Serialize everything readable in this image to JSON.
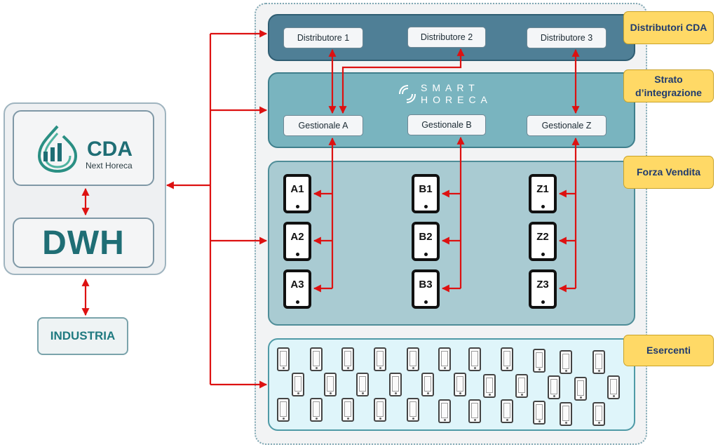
{
  "left": {
    "brand_name": "CDA",
    "brand_subtitle": "Next Horeca",
    "dwh_label": "DWH",
    "industria_label": "INDUSTRIA"
  },
  "layers": {
    "distributori": {
      "tag": "Distributori CDA",
      "nodes": [
        "Distributore 1",
        "Distributore 2",
        "Distributore 3"
      ]
    },
    "integrazione": {
      "tag": "Strato d’integrazione",
      "logo_line1": "SMART",
      "logo_line2": "HORECA",
      "nodes": [
        "Gestionale A",
        "Gestionale B",
        "Gestionale Z"
      ]
    },
    "forza_vendita": {
      "tag": "Forza Vendita",
      "tablets": [
        [
          "A1",
          "A2",
          "A3"
        ],
        [
          "B1",
          "B2",
          "B3"
        ],
        [
          "Z1",
          "Z2",
          "Z3"
        ]
      ]
    },
    "esercenti": {
      "tag": "Esercenti"
    }
  },
  "colors": {
    "arrow": "#dd1111",
    "tag_fill": "#ffd966",
    "brand_teal": "#1f6e75"
  },
  "icons": {
    "cda_logo": "cda-logo-icon",
    "smart_horeca_logo": "smart-horeca-logo-icon",
    "tablet": "tablet-icon",
    "phone": "smartphone-icon"
  }
}
